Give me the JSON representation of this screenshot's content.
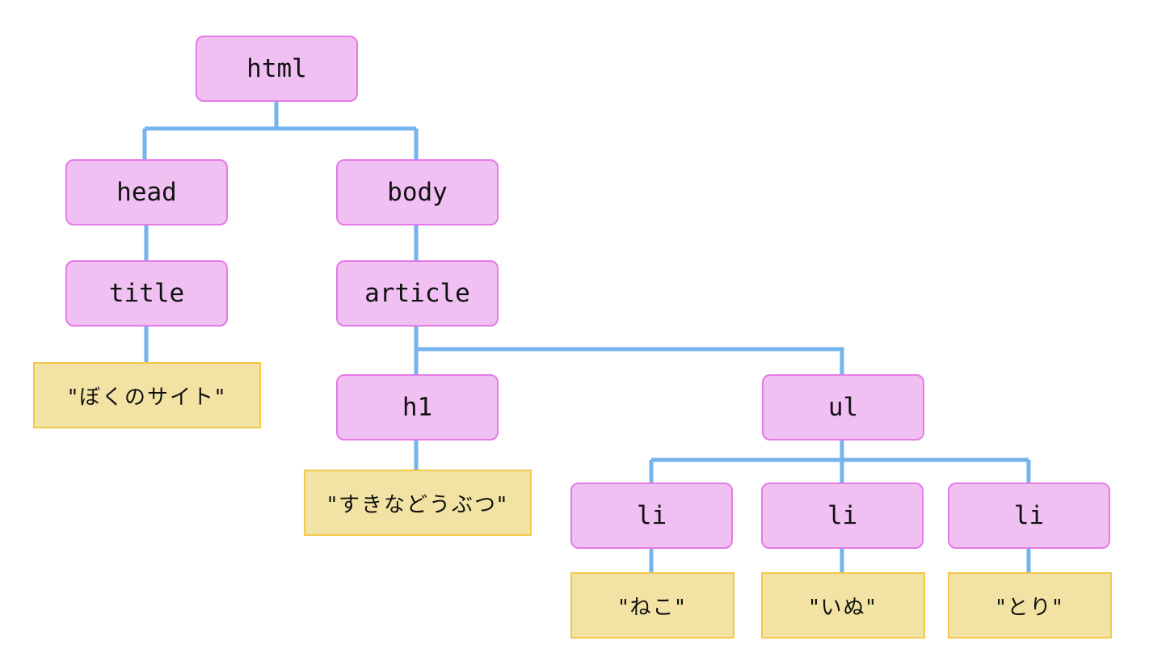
{
  "colors": {
    "element_fill": "#f0c0f3",
    "element_border": "#e47be6",
    "text_fill": "#f2e2a3",
    "text_border": "#f2c94c",
    "connector": "#74b3ec"
  },
  "tree": {
    "html": "html",
    "head": "head",
    "title": "title",
    "title_text": "\"ぼくのサイト\"",
    "body": "body",
    "article": "article",
    "h1": "h1",
    "h1_text": "\"すきなどうぶつ\"",
    "ul": "ul",
    "li_1": "li",
    "li_1_text": "\"ねこ\"",
    "li_2": "li",
    "li_2_text": "\"いぬ\"",
    "li_3": "li",
    "li_3_text": "\"とり\""
  }
}
